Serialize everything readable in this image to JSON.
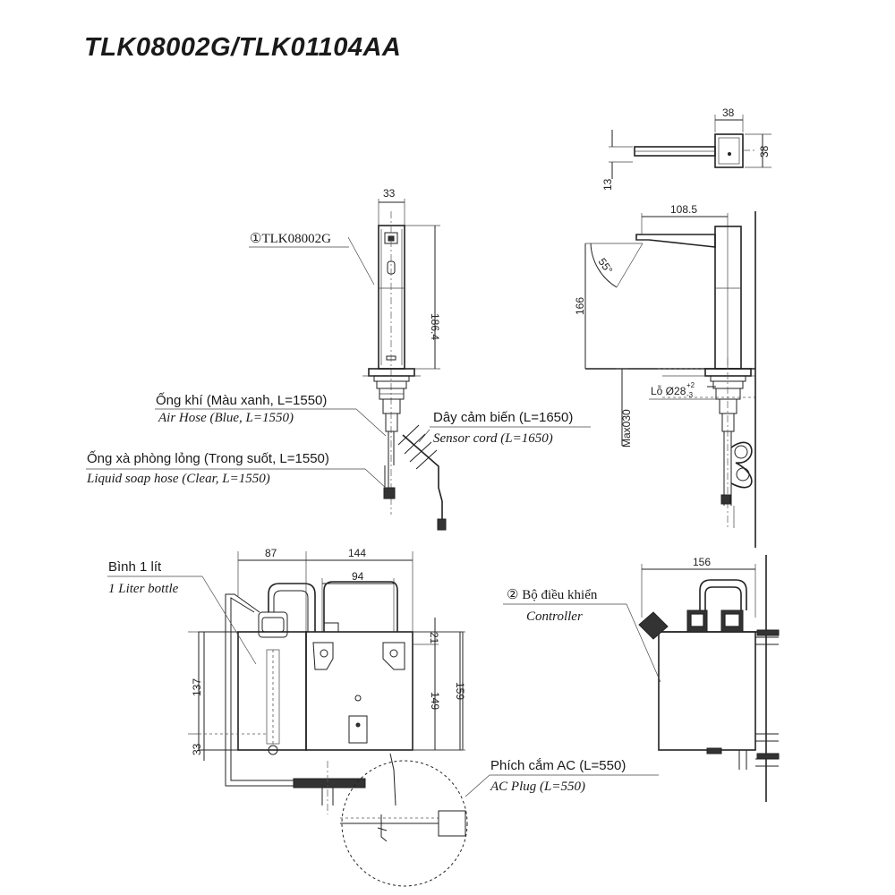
{
  "title": "TLK08002G/TLK01104AA",
  "dimensions": {
    "top_width": "38",
    "top_depth": "38",
    "top_thick": "13",
    "faucet_width": "33",
    "faucet_height": "186.4",
    "spout_reach": "108.5",
    "spray_angle": "55°",
    "spout_height": "166",
    "deck_max": "Max030",
    "hole": "Lỗ Ø28",
    "hole_tol_upper": "+2",
    "hole_tol_lower": "-3",
    "ctrl_87": "87",
    "ctrl_144": "144",
    "ctrl_94": "94",
    "ctrl_21": "21",
    "ctrl_137": "137",
    "ctrl_149": "149",
    "ctrl_159": "159",
    "ctrl_33": "33",
    "ctrl_side_width": "156"
  },
  "labels": {
    "faucet_code": "①TLK08002G",
    "air_hose_vi": "Ống khí (Màu xanh, L=1550)",
    "air_hose_en": "Air Hose (Blue, L=1550)",
    "sensor_vi": "Dây cảm biến (L=1650)",
    "sensor_en": "Sensor cord (L=1650)",
    "soap_vi": "Ống xà phòng lỏng (Trong suốt, L=1550)",
    "soap_en": "Liquid soap hose (Clear, L=1550)",
    "bottle_vi": "Bình 1 lít",
    "bottle_en": "1 Liter bottle",
    "controller_vi": "② Bộ điều khiển",
    "controller_en": "Controller",
    "plug_vi": "Phích cắm AC (L=550)",
    "plug_en": "AC Plug (L=550)"
  }
}
